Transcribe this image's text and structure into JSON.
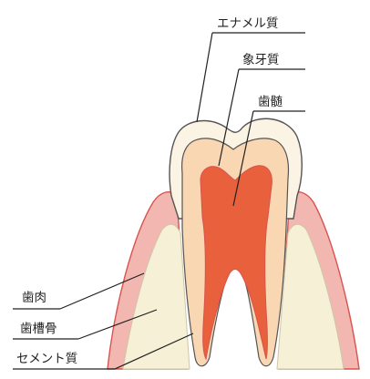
{
  "labels": {
    "enamel": "エナメル質",
    "dentin": "象牙質",
    "pulp": "歯髄",
    "gum": "歯肉",
    "alveolar_bone": "歯槽骨",
    "cementum": "セメント質"
  },
  "colors": {
    "gum": "#f2b7b0",
    "gum_outline": "#d9534f",
    "bone": "#f5f0d6",
    "bone_outline": "#cfc7a8",
    "enamel": "#fbf3e3",
    "dentin": "#f9d7b3",
    "pulp": "#e8603c",
    "outline": "#555555",
    "line": "#222222"
  }
}
